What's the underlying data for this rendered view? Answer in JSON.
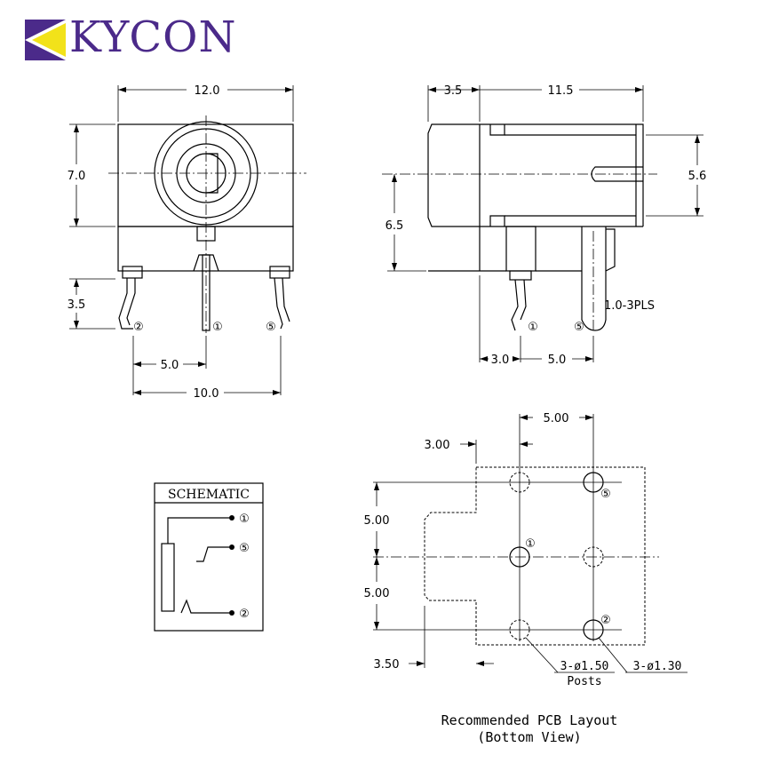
{
  "brand": {
    "name": "KYCON",
    "color": "#4b2a8a",
    "accent": "#f2e21a"
  },
  "front_view": {
    "width": "12.0",
    "height": "7.0",
    "pin_length": "3.5",
    "pin_spacing_a": "5.0",
    "pin_spacing_b": "10.0",
    "pins": [
      "②",
      "①",
      "⑤"
    ]
  },
  "side_view": {
    "front_depth": "3.5",
    "body_length": "11.5",
    "body_height": "5.6",
    "center_height": "6.5",
    "pin_offset": "3.0",
    "pin_spacing": "5.0",
    "pin_note": "1.0-3PLS",
    "pins": [
      "①",
      "⑤"
    ]
  },
  "schematic": {
    "title": "SCHEMATIC",
    "pins": [
      "①",
      "⑤",
      "②"
    ]
  },
  "pcb_layout": {
    "dim_top": "5.00",
    "dim_left_offset": "3.00",
    "dim_row1": "5.00",
    "dim_row2": "5.00",
    "dim_bottom": "3.50",
    "hole_note_a": "3-ø1.50",
    "hole_note_a_sub": "Posts",
    "hole_note_b": "3-ø1.30",
    "pins": [
      "⑤",
      "①",
      "②"
    ],
    "caption_line1": "Recommended PCB Layout",
    "caption_line2": "(Bottom View)"
  }
}
